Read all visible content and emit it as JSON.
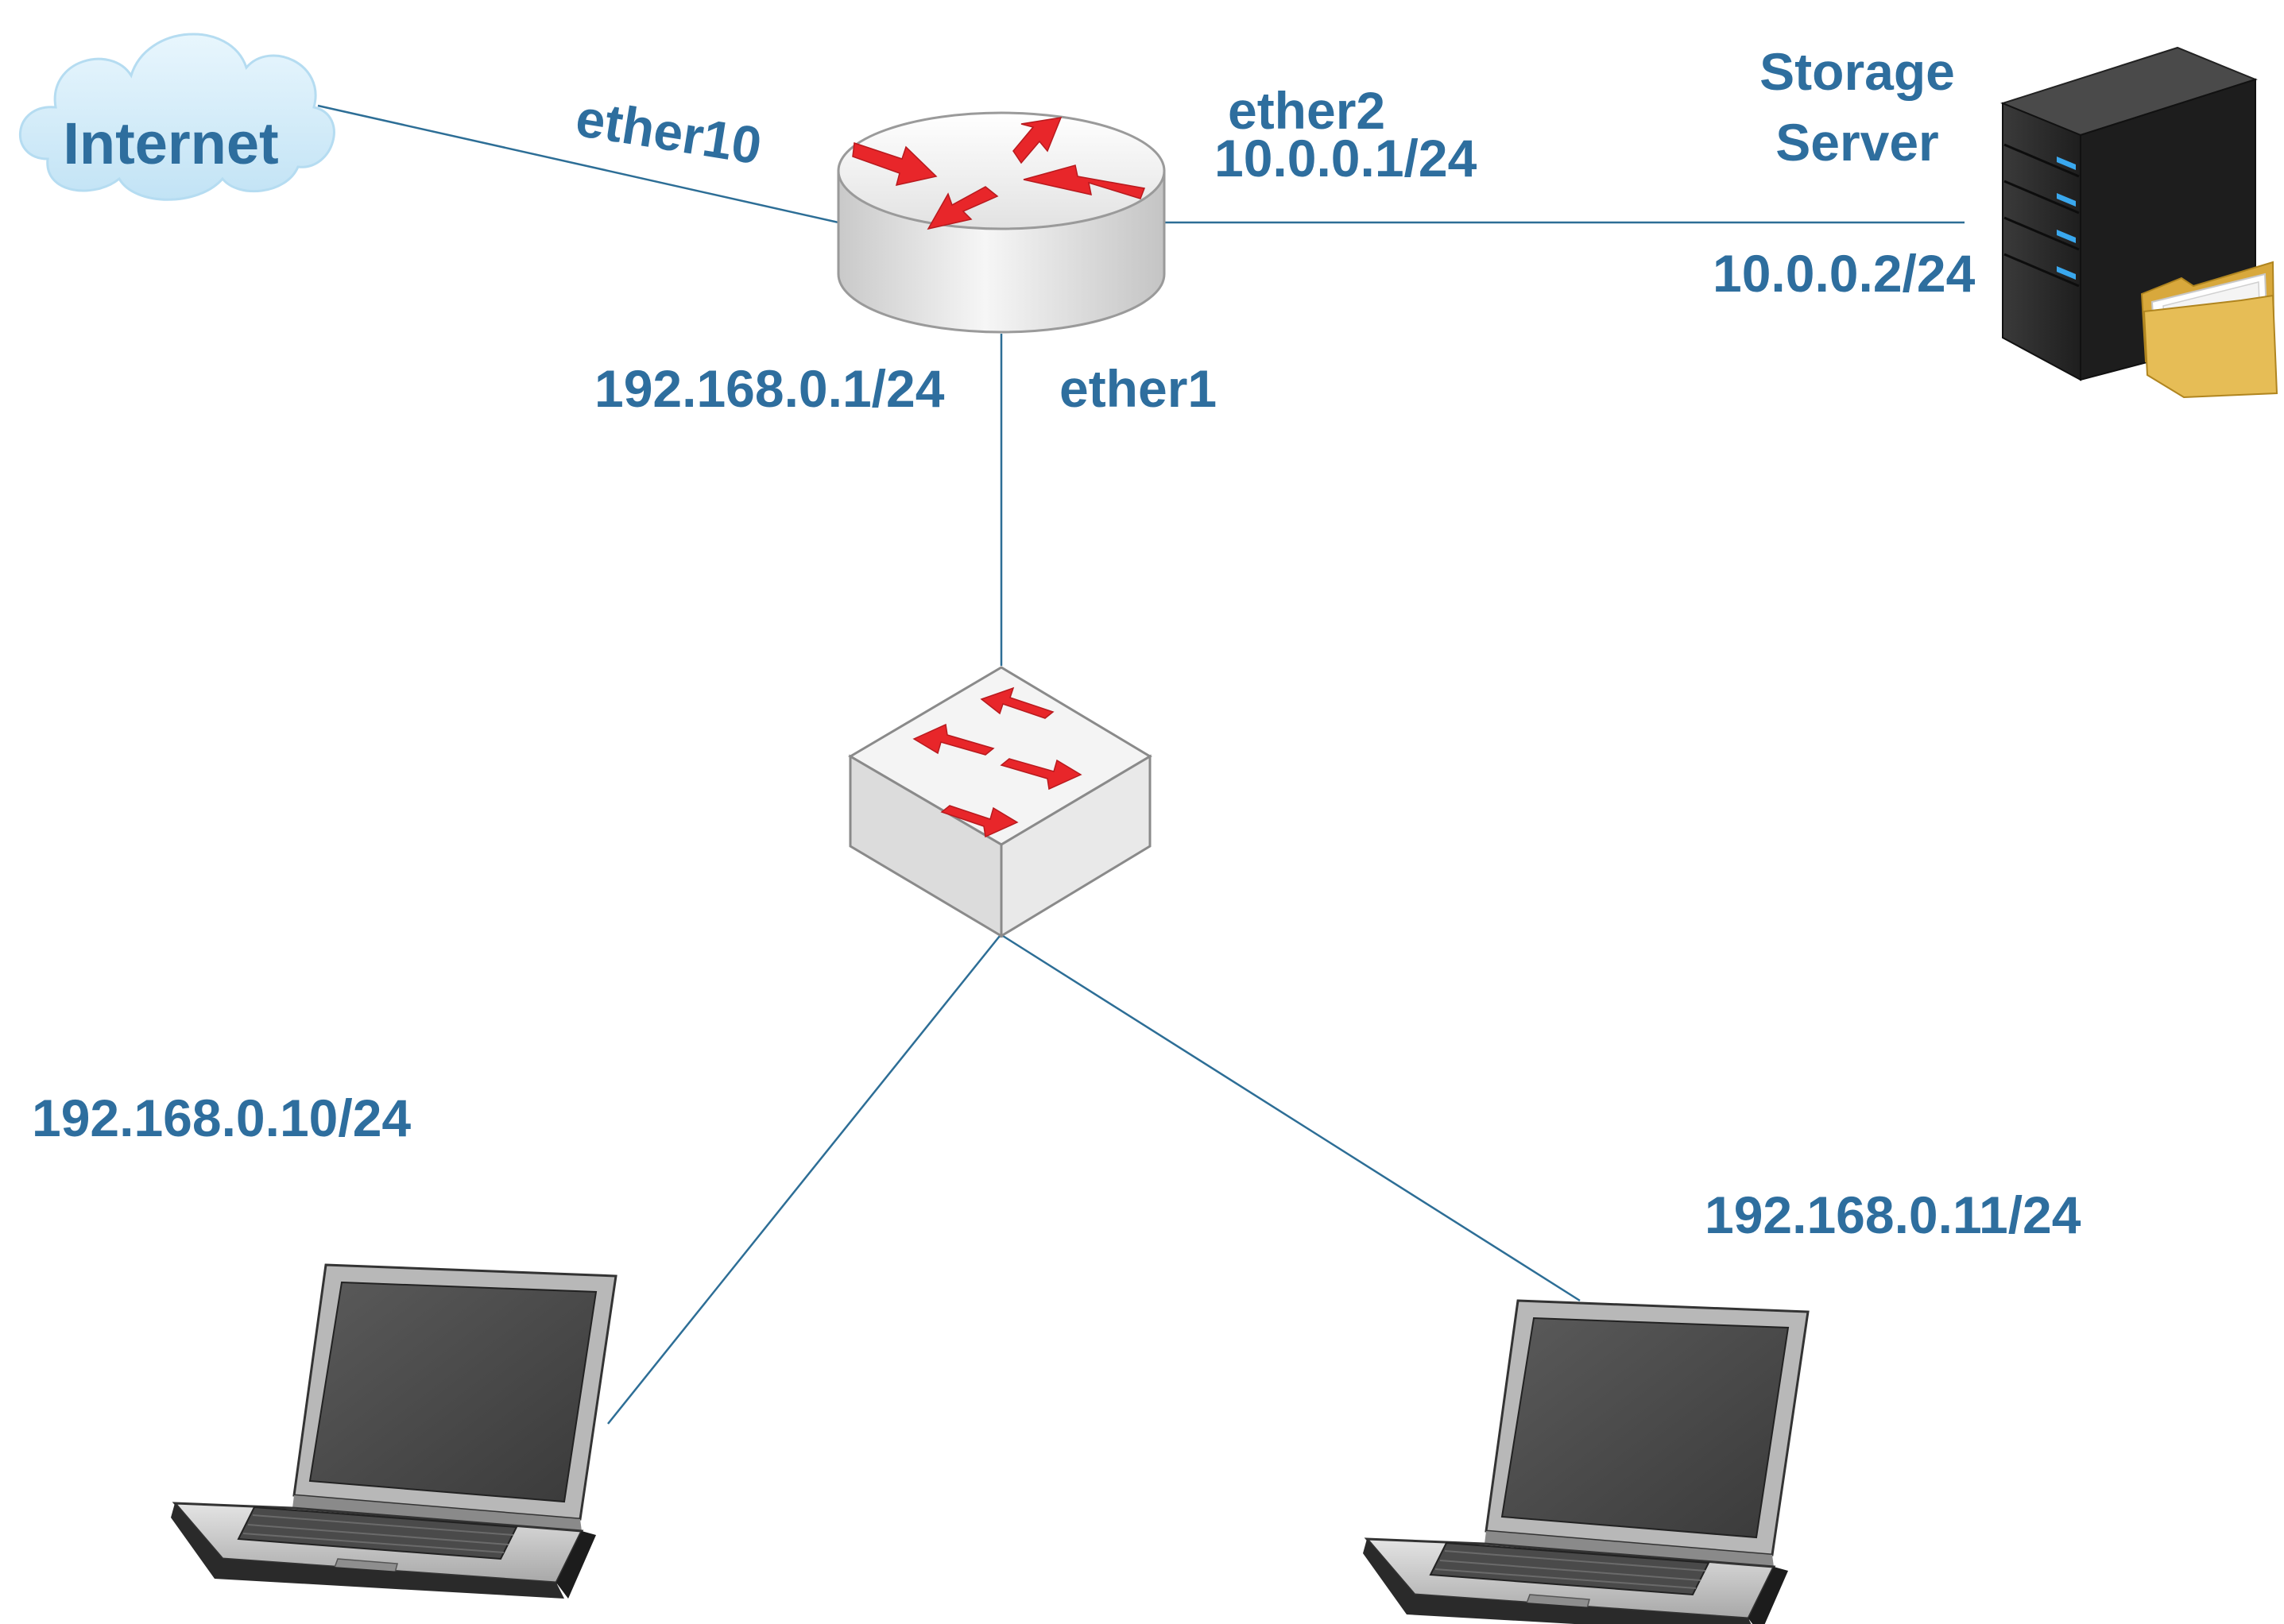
{
  "nodes": {
    "internet": {
      "label": "Internet"
    },
    "router": {},
    "switch": {},
    "storage_server": {
      "title_line1": "Storage",
      "title_line2": "Server",
      "ip": "10.0.0.2/24"
    },
    "laptop_left": {
      "ip": "192.168.0.10/24"
    },
    "laptop_right": {
      "ip": "192.168.0.11/24"
    }
  },
  "interfaces": {
    "ether10": {
      "name": "ether10"
    },
    "ether2": {
      "name": "ether2",
      "ip": "10.0.0.1/24"
    },
    "ether1": {
      "name": "ether1",
      "ip": "192.168.0.1/24"
    }
  },
  "colors": {
    "label": "#2e6e9e",
    "link": "#2d6e96",
    "arrow": "#e8262a",
    "cloud": "#d2ebf8",
    "server_led": "#3aa8ee",
    "folder": "#e6bd56"
  },
  "icons": [
    "cloud-icon",
    "router-icon",
    "switch-icon",
    "server-icon",
    "folder-icon",
    "laptop-icon"
  ]
}
